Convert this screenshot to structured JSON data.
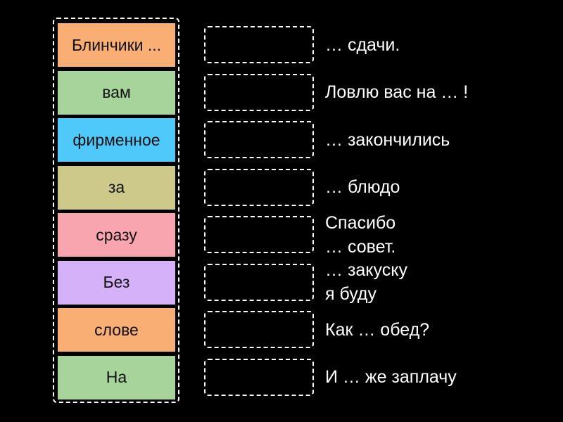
{
  "tiles": [
    {
      "text": "Блинчики ...",
      "color": "#f9ae74"
    },
    {
      "text": "вам",
      "color": "#a6d49a"
    },
    {
      "text": "фирменное",
      "color": "#4fc8fa"
    },
    {
      "text": "за",
      "color": "#ccc98a"
    },
    {
      "text": "сразу",
      "color": "#f9a5b0"
    },
    {
      "text": "Без",
      "color": "#d5b1f9"
    },
    {
      "text": "слове",
      "color": "#f9ae74"
    },
    {
      "text": "На",
      "color": "#a6d49a"
    }
  ],
  "prompts": [
    "… сдачи.",
    "Ловлю вас на … !",
    "… закончились",
    "… блюдо",
    "Спасибо\n… совет.",
    "… закуску\nя буду",
    "Как … обед?",
    "И … же заплачу"
  ]
}
